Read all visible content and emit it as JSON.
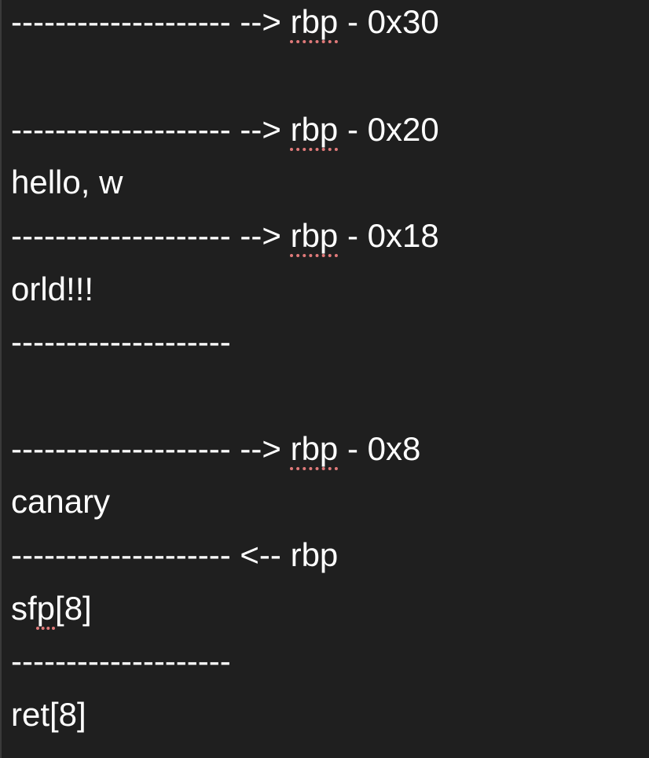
{
  "lines": [
    {
      "dashes": "--------------------",
      "arrow": " --> ",
      "reg": "rbp",
      "offset": " - 0x30"
    },
    {
      "dashes": "--------------------",
      "arrow": " --> ",
      "reg": "rbp",
      "offset": " - 0x20"
    },
    {
      "text": "hello, w"
    },
    {
      "dashes": "--------------------",
      "arrow": " --> ",
      "reg": "rbp",
      "offset": " - 0x18"
    },
    {
      "text": "orld!!!"
    },
    {
      "dashes": "--------------------"
    },
    {
      "dashes": "--------------------",
      "arrow": " --> ",
      "reg": "rbp",
      "offset": " - 0x8"
    },
    {
      "text": "canary"
    },
    {
      "dashes": "--------------------",
      "arrow": " <-- ",
      "reg": "rbp"
    },
    {
      "prefix": "sf",
      "spell": "p",
      "suffix": "[8]"
    },
    {
      "dashes": "--------------------"
    },
    {
      "text": "ret[8]"
    }
  ],
  "colors": {
    "background": "#1f1f1f",
    "text": "#ffffff",
    "spellcheck_underline": "#e07a7a"
  }
}
